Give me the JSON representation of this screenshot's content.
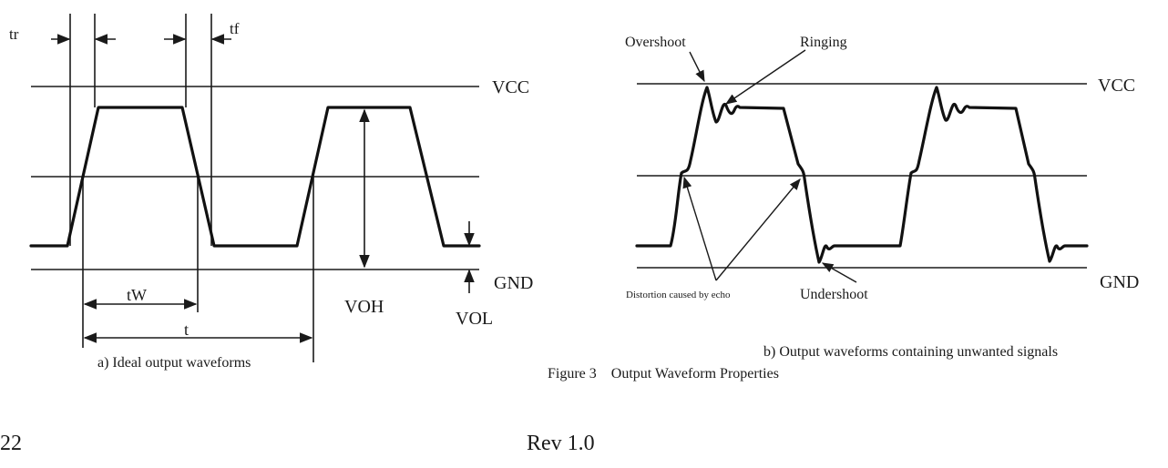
{
  "figure": {
    "caption": "Figure 3    Output Waveform Properties"
  },
  "panel_a": {
    "caption": "a) Ideal output waveforms",
    "labels": {
      "tr": "tr",
      "tf": "tf",
      "vcc": "VCC",
      "gnd": "GND",
      "tw": "tW",
      "t": "t",
      "voh": "VOH",
      "vol": "VOL"
    }
  },
  "panel_b": {
    "caption": "b) Output waveforms containing unwanted signals",
    "labels": {
      "overshoot": "Overshoot",
      "ringing": "Ringing",
      "vcc": "VCC",
      "gnd": "GND",
      "distortion": "Distortion caused by echo",
      "undershoot": "Undershoot"
    }
  },
  "footer": {
    "page_number": "22",
    "revision": "Rev 1.0"
  }
}
